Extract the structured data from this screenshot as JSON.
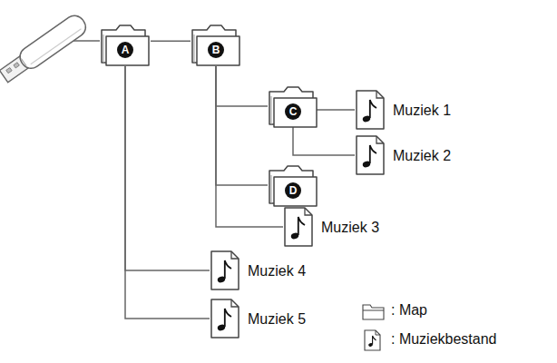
{
  "diagram": {
    "nodes": [
      {
        "text": [
          "A"
        ]
      },
      {
        "text": [
          "B"
        ]
      },
      {
        "text": [
          "C"
        ]
      },
      {
        "text": [
          "Muziek 1"
        ]
      },
      {
        "text": [
          "Muziek 2"
        ]
      },
      {
        "text": [
          "D"
        ]
      },
      {
        "text": [
          "Muziek 3"
        ]
      },
      {
        "text": [
          "Muziek 4"
        ]
      },
      {
        "text": [
          "Muziek 5"
        ]
      }
    ],
    "edges": [
      {
        "from": 0,
        "to": 1,
        "arrow": "none"
      },
      {
        "from": 1,
        "to": 2,
        "arrow": "none"
      },
      {
        "from": 2,
        "to": 3,
        "arrow": "none"
      },
      {
        "from": 2,
        "to": 4,
        "arrow": "none"
      },
      {
        "from": 1,
        "to": 5,
        "arrow": "none"
      },
      {
        "from": 1,
        "to": 6,
        "arrow": "none"
      },
      {
        "from": 0,
        "to": 7,
        "arrow": "none"
      },
      {
        "from": 0,
        "to": 8,
        "arrow": "none"
      }
    ],
    "legend": [
      {
        "text": ": Map"
      },
      {
        "text": ": Muziekbestand"
      }
    ]
  }
}
